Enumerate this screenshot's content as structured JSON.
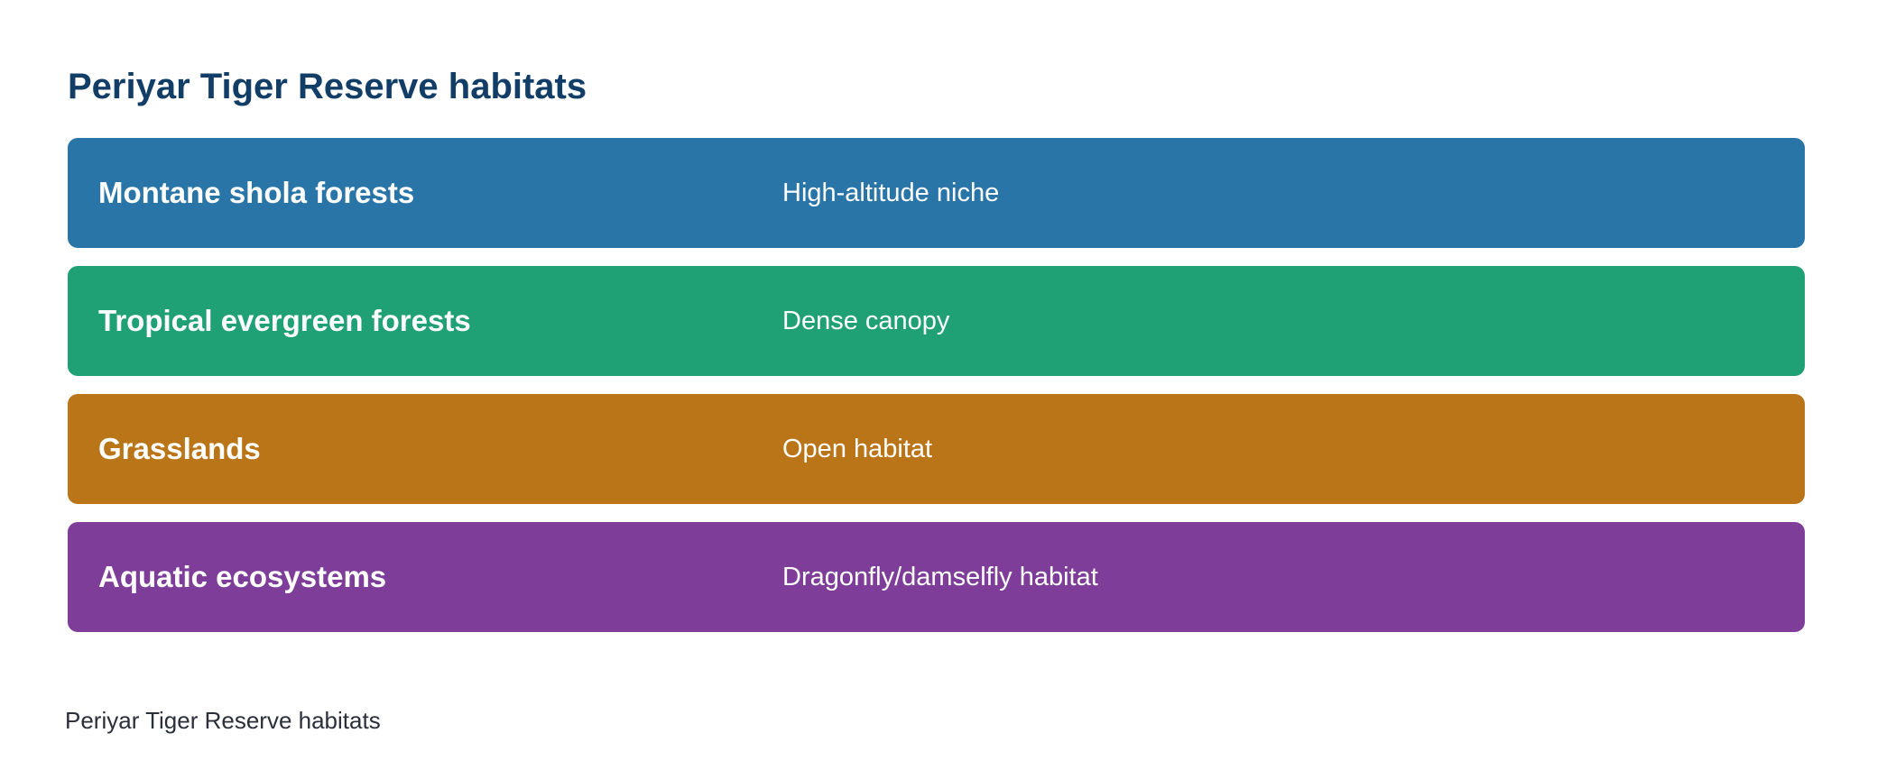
{
  "title": "Periyar Tiger Reserve habitats",
  "caption": "Periyar Tiger Reserve habitats",
  "rows": [
    {
      "name": "Montane shola forests",
      "description": "High-altitude niche",
      "color": "#2a75a8"
    },
    {
      "name": "Tropical evergreen forests",
      "description": "Dense canopy",
      "color": "#20a075"
    },
    {
      "name": "Grasslands",
      "description": "Open habitat",
      "color": "#ba7518"
    },
    {
      "name": "Aquatic ecosystems",
      "description": "Dragonfly/damselfly habitat",
      "color": "#7d3d98"
    }
  ]
}
